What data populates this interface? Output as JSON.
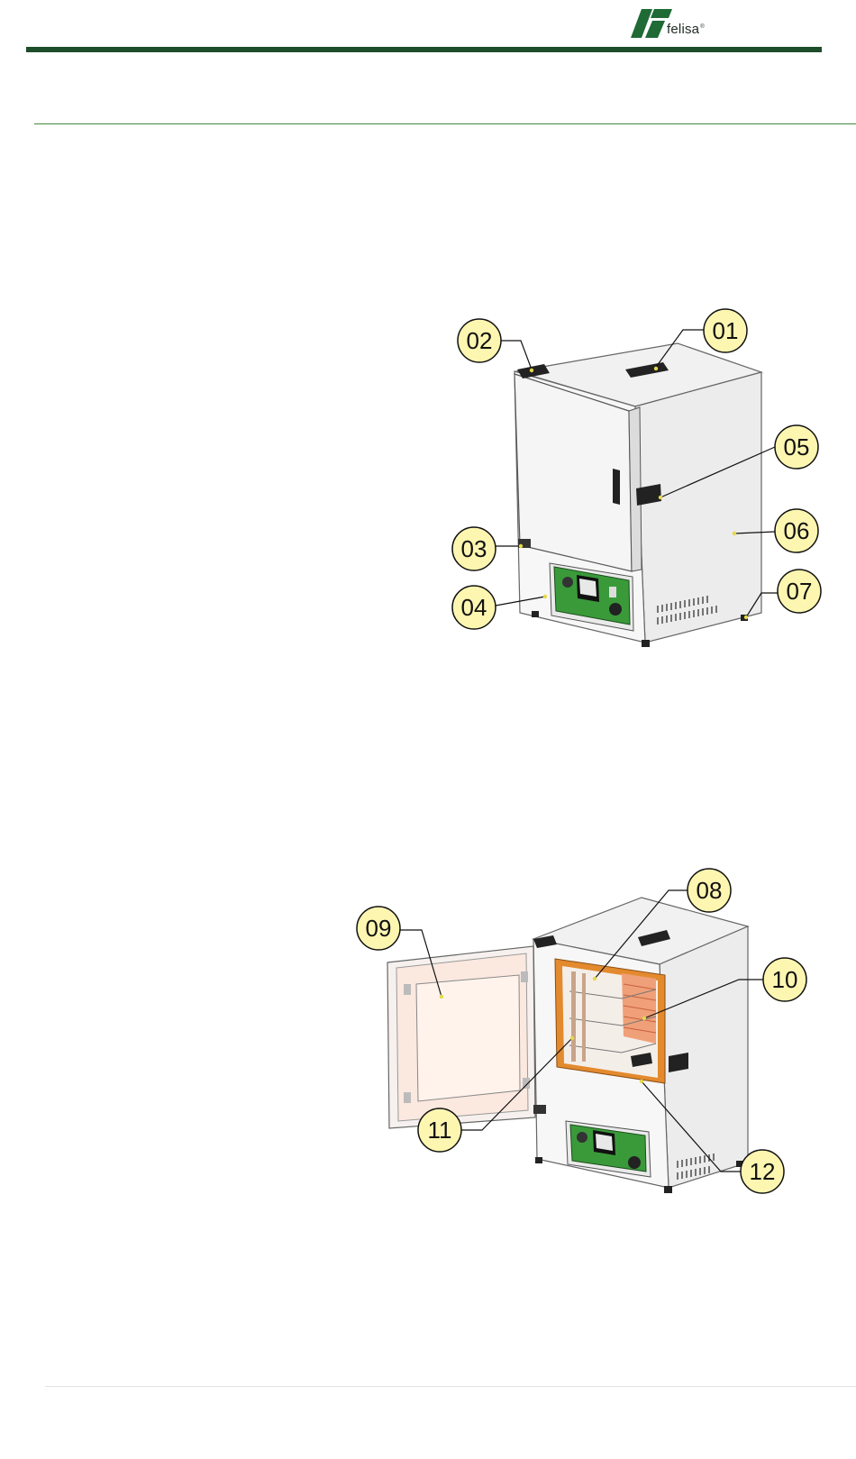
{
  "header": {
    "brand": "felisa",
    "registered_mark": "®"
  },
  "colors": {
    "brand_green": "#1e4d2b",
    "logo_green": "#1f6a35",
    "section_rule": "#3f8a3c",
    "callout_fill": "#fdf6b0"
  },
  "figure_closed": {
    "callouts": [
      "01",
      "02",
      "03",
      "04",
      "05",
      "06",
      "07"
    ]
  },
  "figure_open": {
    "callouts": [
      "08",
      "09",
      "10",
      "11",
      "12"
    ]
  }
}
